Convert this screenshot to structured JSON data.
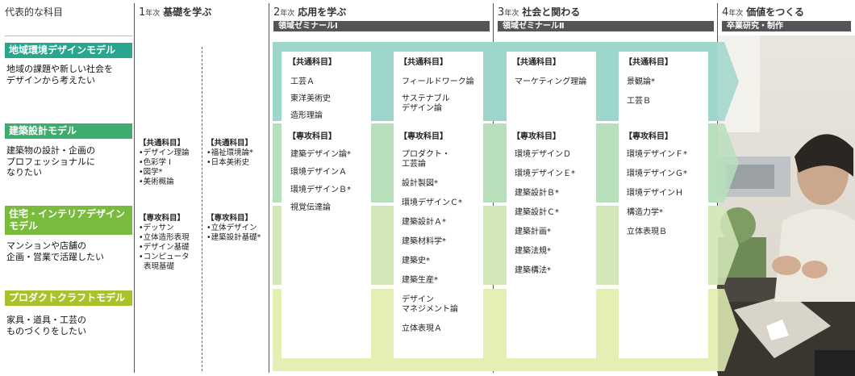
{
  "header": {
    "col0": "代表的な科目",
    "years": [
      {
        "num": "1",
        "unit": "年次",
        "title": "基礎を学ぶ",
        "bar": ""
      },
      {
        "num": "2",
        "unit": "年次",
        "title": "応用を学ぶ",
        "bar": "領域ゼミナールⅠ"
      },
      {
        "num": "3",
        "unit": "年次",
        "title": "社会と関わる",
        "bar": "領域ゼミナールⅡ"
      },
      {
        "num": "4",
        "unit": "年次",
        "title": "価値をつくる",
        "bar": "卒業研究・制作"
      }
    ]
  },
  "models": [
    {
      "name": "地域環境デザインモデル",
      "desc": [
        "地域の課題や新しい社会を",
        "デザインから考えたい"
      ],
      "color": "#2aa58e"
    },
    {
      "name": "建築設計モデル",
      "desc": [
        "建築物の設計・企画の",
        "プロフェッショナルに",
        "なりたい"
      ],
      "color": "#3eac6f"
    },
    {
      "name": "住宅・インテリアデザイン",
      "name2": "モデル",
      "desc": [
        "マンションや店舗の",
        "企画・営業で活躍したい"
      ],
      "color": "#78bb3d"
    },
    {
      "name": "プロダクトクラフトモデル",
      "desc": [
        "家具・道具・工芸の",
        "ものづくりをしたい"
      ],
      "color": "#a8c22c"
    }
  ],
  "year1": {
    "left": {
      "common_title": "【共通科目】",
      "common": [
        "•デザイン理論",
        "•色彩学 Ⅰ",
        "•図学*",
        "•美術概論"
      ],
      "major_title": "【専攻科目】",
      "major": [
        "•デッサン",
        "•立体造形表現",
        "•デザイン基礎",
        "•コンピュータ",
        "  表現基礎"
      ]
    },
    "right": {
      "common_title": "【共通科目】",
      "common": [
        "•福祉環境論*",
        "•日本美術史"
      ],
      "major_title": "【専攻科目】",
      "major": [
        "•立体デザイン",
        "•建築設計基礎*"
      ]
    }
  },
  "year2": {
    "left": {
      "common_title": "【共通科目】",
      "common": [
        "工芸Ａ",
        "東洋美術史",
        "造形理論"
      ],
      "major_title": "【専攻科目】",
      "major": [
        "建築デザイン論*",
        "環境デザインＡ",
        "環境デザインＢ*",
        "視覚伝達論"
      ]
    },
    "right": {
      "common_title": "【共通科目】",
      "common": [
        "フィールドワーク論",
        "サステナブル",
        "デザイン論"
      ],
      "major_title": "【専攻科目】",
      "major": [
        "プロダクト・",
        "工芸論",
        "設計製図*",
        "環境デザインＣ*",
        "建築設計Ａ*",
        "建築材料学*",
        "建築史*",
        "建築生産*",
        "デザイン",
        "マネジメント論",
        "立体表現Ａ"
      ]
    }
  },
  "year3": {
    "left": {
      "common_title": "【共通科目】",
      "common": [
        "マーケティング理論"
      ],
      "major_title": "【専攻科目】",
      "major": [
        "環境デザインＤ",
        "環境デザインＥ*",
        "建築設計Ｂ*",
        "建築設計Ｃ*",
        "建築計画*",
        "建築法規*",
        "建築構法*"
      ]
    },
    "right": {
      "common_title": "【共通科目】",
      "common": [
        "景観論*",
        "工芸Ｂ"
      ],
      "major_title": "【専攻科目】",
      "major": [
        "環境デザインＦ*",
        "環境デザインＧ*",
        "環境デザインＨ",
        "構造力学*",
        "立体表現Ｂ"
      ]
    }
  },
  "colors": {
    "band1": "#9fd6cc",
    "band2": "#b7dfbc",
    "band3": "#d3e8b8",
    "band4": "#e4efb6",
    "bar": "#555555"
  }
}
